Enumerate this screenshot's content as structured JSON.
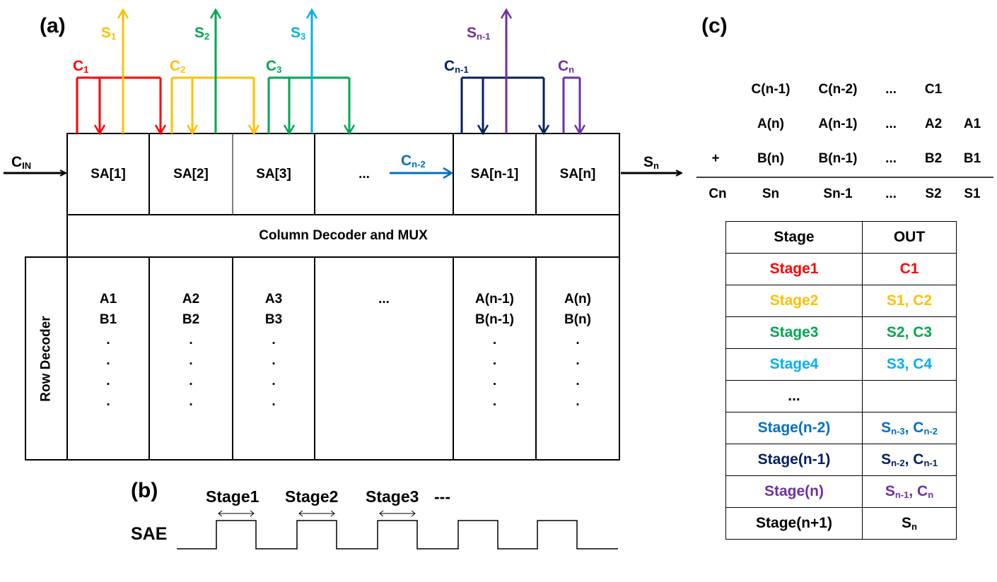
{
  "panels": {
    "a": "(a)",
    "b": "(b)",
    "c": "(c)"
  },
  "colors": {
    "c1": "#ff0000",
    "c2": "#ffc000",
    "c3": "#00a651",
    "s3": "#00b0f0",
    "cn2": "#0070c0",
    "cn1": "#002060",
    "cn": "#7030a0"
  },
  "circuit": {
    "cin": {
      "main": "C",
      "sub": "IN"
    },
    "sout": {
      "main": "S",
      "sub": "n"
    },
    "sense_amps": [
      "SA[1]",
      "SA[2]",
      "SA[3]",
      "...",
      "SA[n-1]",
      "SA[n]"
    ],
    "column_decoder": "Column Decoder and MUX",
    "row_decoder": "Row Decoder",
    "carry_labels": [
      {
        "main": "C",
        "sub": "1"
      },
      {
        "main": "C",
        "sub": "2"
      },
      {
        "main": "C",
        "sub": "3"
      },
      {
        "main": "C",
        "sub": "n-2"
      },
      {
        "main": "C",
        "sub": "n-1"
      },
      {
        "main": "C",
        "sub": "n"
      }
    ],
    "sum_labels": [
      {
        "main": "S",
        "sub": "1"
      },
      {
        "main": "S",
        "sub": "2"
      },
      {
        "main": "S",
        "sub": "3"
      },
      {
        "main": "S",
        "sub": "n-1"
      }
    ],
    "memory_columns": [
      {
        "a": "A1",
        "b": "B1"
      },
      {
        "a": "A2",
        "b": "B2"
      },
      {
        "a": "A3",
        "b": "B3"
      },
      {
        "a": "...",
        "b": ""
      },
      {
        "a": "A(n-1)",
        "b": "B(n-1)"
      },
      {
        "a": "A(n)",
        "b": "B(n)"
      }
    ],
    "dot": "."
  },
  "timing": {
    "signal": "SAE",
    "stages": [
      "Stage1",
      "Stage2",
      "Stage3"
    ],
    "ellipsis": "---"
  },
  "addition": {
    "carry_row": [
      "C(n-1)",
      "C(n-2)",
      "...",
      "C1"
    ],
    "a_row": [
      "A(n)",
      "A(n-1)",
      "...",
      "A2",
      "A1"
    ],
    "plus": "+",
    "b_row": [
      "B(n)",
      "B(n-1)",
      "...",
      "B2",
      "B1"
    ],
    "result_row": [
      "Cn",
      "Sn",
      "Sn-1",
      "...",
      "S2",
      "S1"
    ]
  },
  "stage_table": {
    "headers": [
      "Stage",
      "OUT"
    ],
    "rows": [
      {
        "stage": "Stage1",
        "out": "C1",
        "color": "#ff0000"
      },
      {
        "stage": "Stage2",
        "out": "S1, C2",
        "color": "#ffc000"
      },
      {
        "stage": "Stage3",
        "out": "S2, C3",
        "color": "#00a651"
      },
      {
        "stage": "Stage4",
        "out": "S3, C4",
        "color": "#00b0f0"
      },
      {
        "stage": "...",
        "out": "",
        "color": "#000000"
      },
      {
        "stage": "Stage(n-2)",
        "out_parts": [
          {
            "main": "S",
            "sub": "n-3"
          },
          {
            "main": "C",
            "sub": "n-2"
          }
        ],
        "color": "#0070c0"
      },
      {
        "stage": "Stage(n-1)",
        "out_parts": [
          {
            "main": "S",
            "sub": "n-2"
          },
          {
            "main": "C",
            "sub": "n-1"
          }
        ],
        "color": "#002060"
      },
      {
        "stage": "Stage(n)",
        "out_parts": [
          {
            "main": "S",
            "sub": "n-1"
          },
          {
            "main": "C",
            "sub": "n"
          }
        ],
        "color": "#7030a0"
      },
      {
        "stage": "Stage(n+1)",
        "out_parts": [
          {
            "main": "S",
            "sub": "n"
          }
        ],
        "color": "#000000"
      }
    ]
  }
}
